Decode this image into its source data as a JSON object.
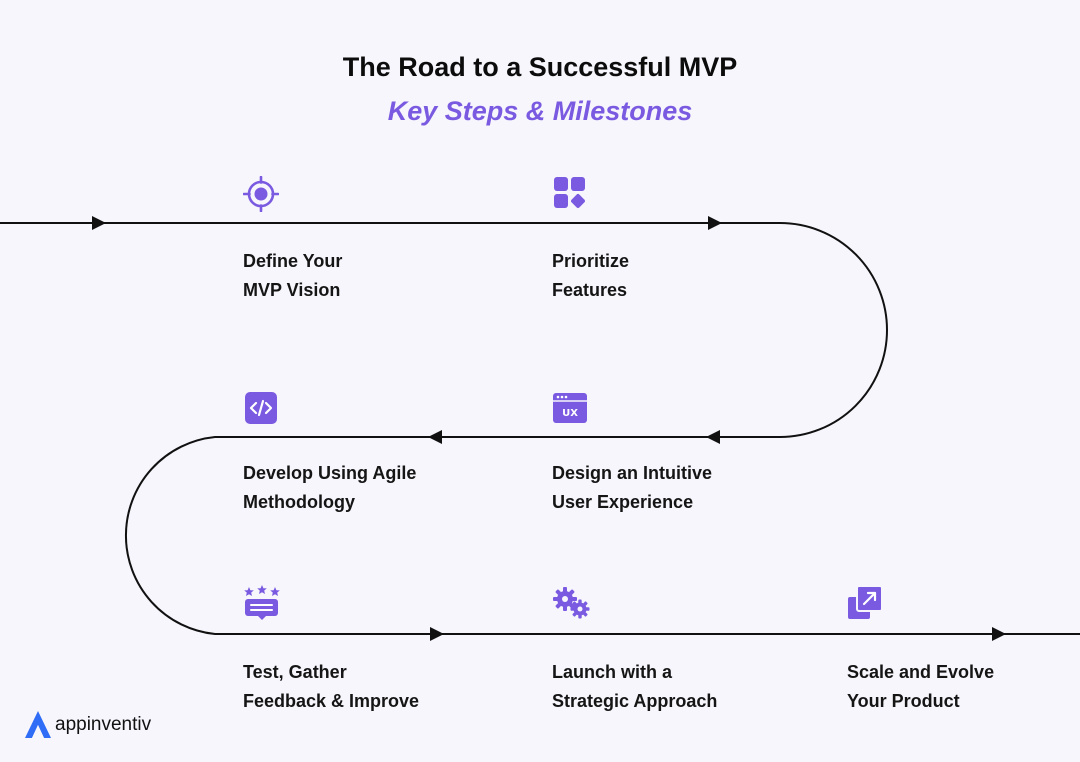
{
  "header": {
    "title": "The Road to a Successful MVP",
    "subtitle": "Key Steps & Milestones"
  },
  "steps": [
    {
      "line1": "Define Your",
      "line2": "MVP Vision",
      "icon": "target-icon"
    },
    {
      "line1": "Prioritize",
      "line2": "Features",
      "icon": "grid-shapes-icon"
    },
    {
      "line1": "Develop Using Agile",
      "line2": "Methodology",
      "icon": "code-icon"
    },
    {
      "line1": "Design an Intuitive",
      "line2": "User Experience",
      "icon": "ux-window-icon"
    },
    {
      "line1": "Test, Gather",
      "line2": "Feedback & Improve",
      "icon": "feedback-stars-icon"
    },
    {
      "line1": "Launch with a",
      "line2": "Strategic Approach",
      "icon": "gears-icon"
    },
    {
      "line1": "Scale and Evolve",
      "line2": "Your Product",
      "icon": "scale-arrow-icon"
    }
  ],
  "brand": {
    "name": "appinventiv"
  },
  "colors": {
    "accent": "#7a5ae0",
    "line": "#111111",
    "background": "#f7f6fc"
  }
}
